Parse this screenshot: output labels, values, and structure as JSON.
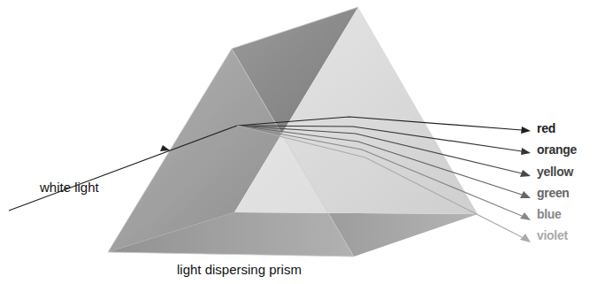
{
  "diagram": {
    "labels": [
      "white light",
      "light dispersing prism",
      "red",
      "orange",
      "yellow",
      "green",
      "blue",
      "violet"
    ]
  }
}
